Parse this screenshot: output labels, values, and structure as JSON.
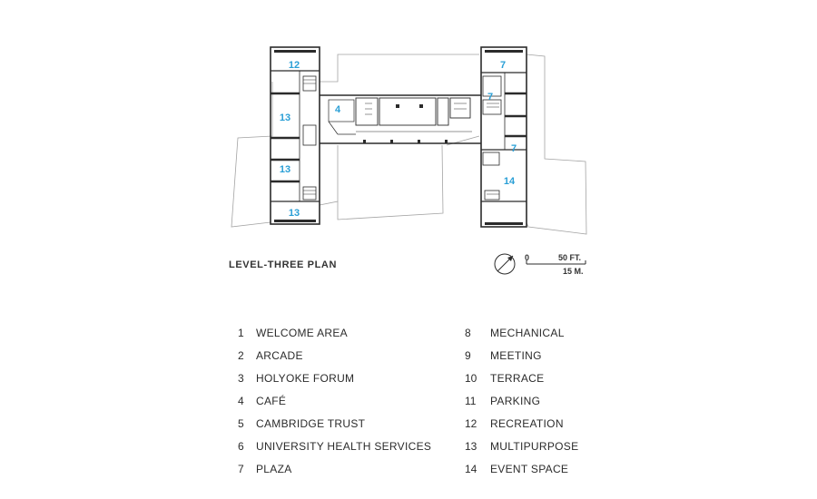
{
  "plan_title": "LEVEL-THREE PLAN",
  "scale": {
    "zero": "0",
    "feet": "50 FT.",
    "meters": "15 M."
  },
  "room_labels": [
    {
      "id": "r12",
      "text": "12"
    },
    {
      "id": "r13a",
      "text": "13"
    },
    {
      "id": "r4",
      "text": "4"
    },
    {
      "id": "r13b",
      "text": "13"
    },
    {
      "id": "r13c",
      "text": "13"
    },
    {
      "id": "r7a",
      "text": "7"
    },
    {
      "id": "r7b",
      "text": "7"
    },
    {
      "id": "r7c",
      "text": "7"
    },
    {
      "id": "r14",
      "text": "14"
    }
  ],
  "legend_left": [
    {
      "num": "1",
      "label": "WELCOME AREA"
    },
    {
      "num": "2",
      "label": "ARCADE"
    },
    {
      "num": "3",
      "label": "HOLYOKE FORUM"
    },
    {
      "num": "4",
      "label": "CAFÉ"
    },
    {
      "num": "5",
      "label": "CAMBRIDGE TRUST"
    },
    {
      "num": "6",
      "label": "UNIVERSITY HEALTH SERVICES"
    },
    {
      "num": "7",
      "label": "PLAZA"
    }
  ],
  "legend_right": [
    {
      "num": "8",
      "label": "MECHANICAL"
    },
    {
      "num": "9",
      "label": "MEETING"
    },
    {
      "num": "10",
      "label": "TERRACE"
    },
    {
      "num": "11",
      "label": "PARKING"
    },
    {
      "num": "12",
      "label": "RECREATION"
    },
    {
      "num": "13",
      "label": "MULTIPURPOSE"
    },
    {
      "num": "14",
      "label": "EVENT SPACE"
    }
  ],
  "colors": {
    "label_blue": "#2a9fd6",
    "ink": "#2b2b2b",
    "site_line": "#9a9a9a"
  }
}
